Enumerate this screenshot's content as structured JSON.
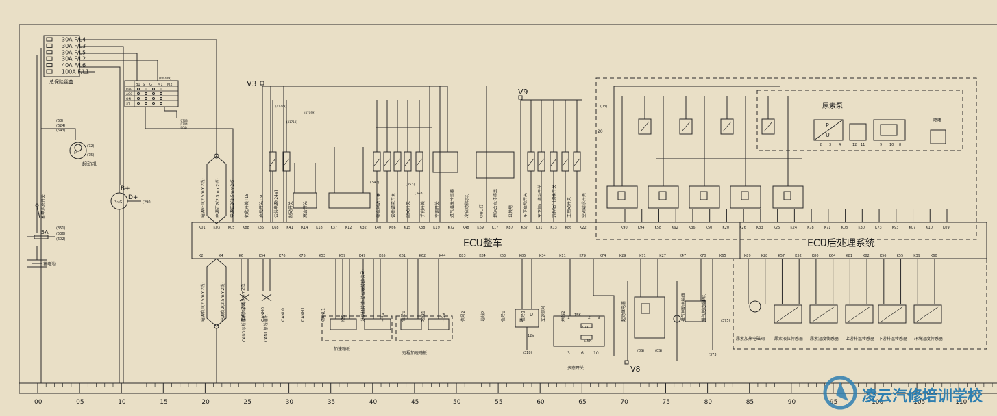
{
  "fuse_box": {
    "fuses": [
      "30A F/L4",
      "30A F/L3",
      "30A F/L5",
      "30A F/L2",
      "40A F/L6",
      "100A F/L1"
    ],
    "label": "总保险丝盒"
  },
  "ignition_switch": {
    "header": [
      "B1",
      "S",
      "G",
      "M1",
      "M2"
    ],
    "positions": [
      "OFF",
      "ACC",
      "ON",
      "ST"
    ],
    "note": "(00709)"
  },
  "left_refs": {
    "starter_refs": [
      "(68)",
      "(624)",
      "(643)"
    ],
    "starter_pins": [
      "(72)",
      "(75)"
    ],
    "starter_label": "起动机",
    "bplus": "B+",
    "dplus": "D+",
    "dplus_ref": "(290)",
    "battery_switch": "蓄电池总开关",
    "fuse_5a": "5A",
    "fuse_5a_refs": [
      "(351)",
      "(536)",
      "(602)"
    ],
    "battery": "蓄电池",
    "sw_refs": [
      "(0703)",
      "(0704)",
      "(604)"
    ]
  },
  "v_nodes": [
    "V3",
    "V9",
    "V8"
  ],
  "relay_refs": [
    "(41779)",
    "(41713)",
    "(47099)"
  ],
  "small_refs": [
    "(347)",
    "(353)",
    "(348)",
    "(03)",
    "20"
  ],
  "ecu_main": {
    "title": "ECU整车",
    "top_pins": [
      "K01",
      "K03",
      "K05",
      "K88",
      "K35",
      "K68",
      "K41",
      "K14",
      "K18",
      "K37",
      "K12",
      "K32",
      "K40",
      "K66",
      "K15",
      "K38",
      "K19",
      "K72",
      "K48",
      "K69",
      "K17",
      "K87",
      "K67",
      "K31",
      "K13",
      "K86",
      "K22"
    ],
    "top_labels": [
      "电源正1(2.5mm2线)",
      "电源正2(2.5mm2线)",
      "电源正2(2.5mm2线)",
      "钥匙开关T15",
      "启动开关T50",
      "公共电源(24V)",
      "制动开关",
      "离合开关",
      "",
      "",
      "",
      "",
      "整车制动开关",
      "诊断请求开关",
      "副动开关",
      "手刹开关",
      "空调开关",
      "进气温度传感器",
      "冷启动指示灯",
      "OBD灯",
      "燃油含水传感器",
      "公共地",
      "车下启动开关",
      "车下停止启动开关",
      "远程油门切换开关",
      "主制动开关",
      "空调请求开关"
    ],
    "bottom_pins": [
      "K2",
      "K4",
      "K6",
      "K54",
      "K76",
      "K75",
      "K53",
      "K59",
      "K49",
      "K65",
      "K61",
      "K62",
      "K44",
      "K83",
      "K84",
      "K63",
      "K85",
      "K34",
      "K11",
      "K79",
      "K74",
      "K29",
      "K71",
      "K27",
      "K47",
      "K70",
      "K65"
    ],
    "bottom_labels": [
      "电源负1(2.5mm2线)",
      "电源负2(2.5mm2线)",
      "电源负2(2.5mm2线)",
      "CANH0",
      "CANL0",
      "CANH1",
      "CANL1",
      "K线",
      "发动机转速(给仪表转速信号)",
      "+5V",
      "信号1",
      "地线1",
      "+5V",
      "信号2",
      "地线2",
      "信号1",
      "信号2",
      "车速信号",
      "地线2",
      "",
      "",
      "起动继电器",
      "",
      "",
      "排气制动电磁阀",
      "排气制动蝶阀灯",
      "",
      "",
      "",
      "",
      ""
    ]
  },
  "ecu_after": {
    "title": "ECU后处理系统",
    "top_pins": [
      "K90",
      "K94",
      "K58",
      "K92",
      "K36",
      "K50",
      "K20",
      "K26",
      "K33",
      "K25",
      "K24",
      "K78",
      "K71",
      "K08",
      "K30",
      "K73",
      "K93",
      "K07",
      "K10",
      "K09"
    ],
    "bottom_pins": [
      "K89",
      "K28",
      "K57",
      "K52",
      "K80",
      "K64",
      "K81",
      "K82",
      "K56",
      "K55",
      "K39",
      "K60"
    ],
    "urea_pump": "尿素泵",
    "injector": "喷嘴",
    "pump_pins": [
      "2",
      "3",
      "4"
    ],
    "pump_pins2": [
      "12",
      "11"
    ],
    "pump_pins3": [
      "9",
      "10",
      "8"
    ],
    "sensors": [
      "尿素加热电磁阀",
      "尿素液位传感器",
      "尿素温度传感器",
      "上游排温传感器",
      "下游排温传感器",
      "环境温度传感器"
    ]
  },
  "bottom_labels": {
    "can_diag": "CAN0诊断通讯，诊断",
    "can_meter": "CAN1总线通讯",
    "accel": "加速踏板",
    "remote_accel": "远程加速踏板",
    "multi_switch": "多态开关",
    "vref": "12V",
    "ref_318": "(318)",
    "ref_0s1": "(0S)",
    "ref_0s2": "(0S)",
    "ref_373": "(373)",
    "ref_375": "(375)",
    "multi_vals": [
      "15K",
      "2.7K",
      "5.6K"
    ],
    "multi_pins": [
      "1",
      "2",
      "3",
      "6",
      "9",
      "10"
    ],
    "n_label": "n",
    "u_label": "U"
  },
  "ruler": {
    "ticks": [
      "00",
      "05",
      "10",
      "15",
      "20",
      "25",
      "30",
      "35",
      "40",
      "45",
      "50",
      "55",
      "60",
      "65",
      "70",
      "75",
      "80",
      "85",
      "90",
      "95",
      "100",
      "105",
      "110"
    ]
  },
  "watermark": "凌云汽修培训学校",
  "colors": {
    "bg": "#e9dfc6",
    "line": "#2a2a2a",
    "watermark": "#2f7fb0"
  }
}
